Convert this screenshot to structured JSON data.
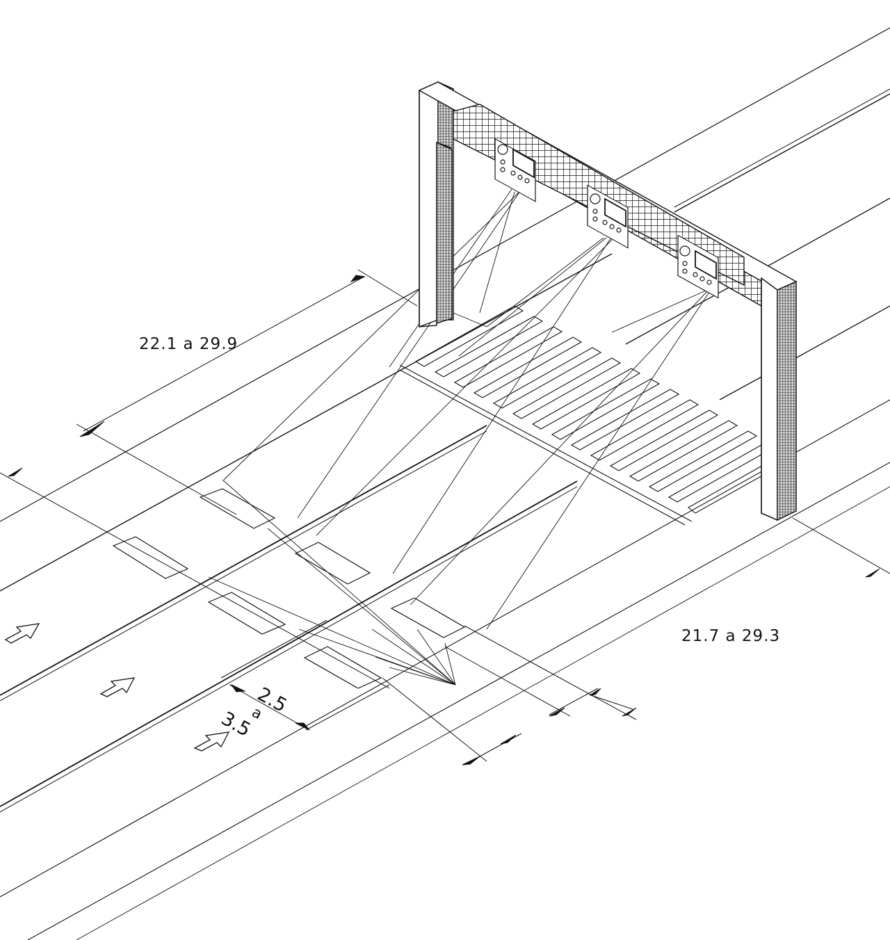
{
  "diagram": {
    "dimensions": {
      "upper_span": "22.1 a 29.9",
      "lower_span": "21.7 a 29.3",
      "lane_min": "2.5",
      "lane_joiner": "a",
      "lane_max": "3.5"
    },
    "colors": {
      "line": "#111111",
      "paper": "#ffffff"
    },
    "icons": [
      "traffic-direction-arrow",
      "dimension-arrowhead",
      "roadside-camera-unit"
    ]
  }
}
